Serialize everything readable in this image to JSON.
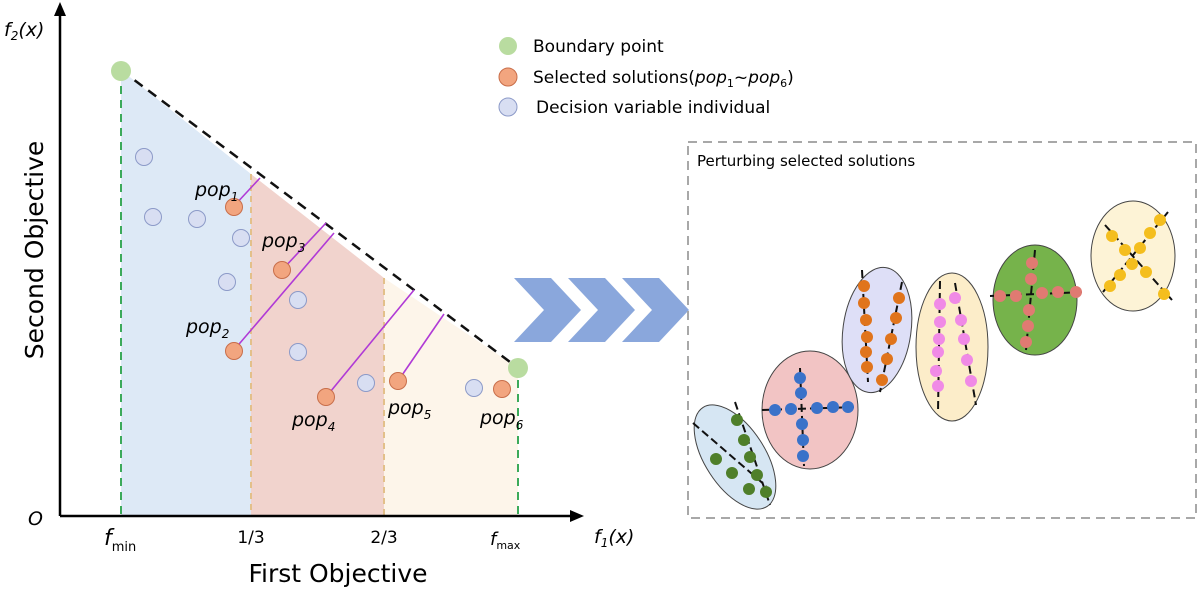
{
  "axes": {
    "y_func": "f",
    "y_func_sub": "2",
    "y_func_arg": "(x)",
    "x_func": "f",
    "x_func_sub": "1",
    "x_func_arg": "(x)",
    "origin": "O",
    "x_title": "First Objective",
    "y_title": "Second Objective",
    "ticks": {
      "fmin": "f",
      "fmin_sub": "min",
      "one_third": "1/3",
      "two_third": "2/3",
      "fmax": "f",
      "fmax_sub": "max"
    }
  },
  "legend": {
    "boundary": "Boundary point",
    "selected_prefix": "Selected solutions(",
    "selected_a": "pop",
    "selected_a_sub": "1",
    "selected_sep": "~",
    "selected_b": "pop",
    "selected_b_sub": "6",
    "selected_suffix": ")",
    "decision": "Decision variable individual"
  },
  "colors": {
    "boundary": "#b9dca0",
    "selected": "#f2a57f",
    "decision": "#d8def2",
    "region_1": "#dde9f6",
    "region_2": "#f1d3cd",
    "region_3": "#fdf5ea",
    "arrow": "#8aa7dc",
    "pert_green": "#4f7f2a",
    "pert_blue": "#3a72c9",
    "pert_orange": "#e0741c",
    "pert_pink": "#f08ae6",
    "pert_red": "#e07a72",
    "pert_yellow": "#f4be1e"
  },
  "pops": [
    {
      "base": "pop",
      "sub": "1"
    },
    {
      "base": "pop",
      "sub": "2"
    },
    {
      "base": "pop",
      "sub": "3"
    },
    {
      "base": "pop",
      "sub": "4"
    },
    {
      "base": "pop",
      "sub": "5"
    },
    {
      "base": "pop",
      "sub": "6"
    }
  ],
  "perturb": {
    "title": "Perturbing selected solutions"
  }
}
